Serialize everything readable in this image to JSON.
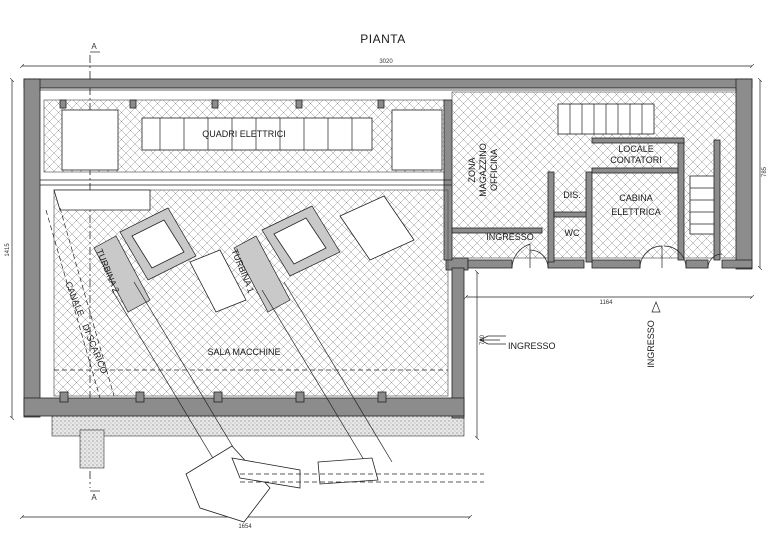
{
  "title": "PIANTA",
  "section_marker": "A",
  "rooms": {
    "quadri": "QUADRI ELETTRICI",
    "zona_1": "ZONA",
    "zona_2": "MAGAZZINO",
    "zona_3": "OFFICINA",
    "locale_1": "LOCALE",
    "locale_2": "CONTATORI",
    "dis": "DIS.",
    "wc": "WC",
    "cabina_1": "CABINA",
    "cabina_2": "ELETTRICA",
    "ingresso_inner": "INGRESSO",
    "sala": "SALA MACCHINE",
    "turbina_2": "TURBINA 2",
    "turbina_1": "TURBINA 1",
    "canale": "CANALE",
    "discarico": "DI SCARICO"
  },
  "ingresso_arrow": "INGRESSO",
  "ingresso_vertical": "INGRESSO",
  "dimensions": {
    "top": "3020",
    "left": "1415",
    "right": "785",
    "mid": "1164",
    "bottom": "1654",
    "vertical_mid": "720"
  }
}
